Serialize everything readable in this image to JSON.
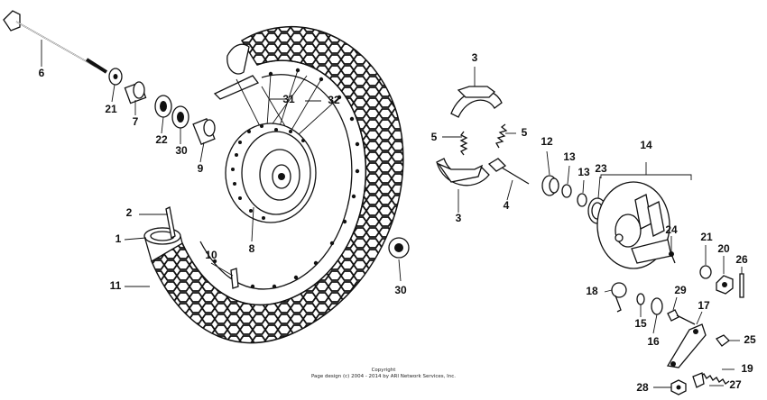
{
  "labels": {
    "l1": "1",
    "l2": "2",
    "l3a": "3",
    "l3b": "3",
    "l4": "4",
    "l5a": "5",
    "l5b": "5",
    "l6": "6",
    "l7": "7",
    "l8": "8",
    "l9": "9",
    "l10": "10",
    "l11": "11",
    "l12": "12",
    "l13a": "13",
    "l13b": "13",
    "l14": "14",
    "l15": "15",
    "l16": "16",
    "l17": "17",
    "l18": "18",
    "l19": "19",
    "l20": "20",
    "l21a": "21",
    "l21b": "21",
    "l22": "22",
    "l23": "23",
    "l24": "24",
    "l25": "25",
    "l26": "26",
    "l27": "27",
    "l28": "28",
    "l29": "29",
    "l30a": "30",
    "l30b": "30",
    "l31": "31",
    "l32": "32"
  },
  "copyright": {
    "line1": "Copyright",
    "line2": "Page design (c) 2004 - 2014 by ARI Network Services, Inc."
  }
}
